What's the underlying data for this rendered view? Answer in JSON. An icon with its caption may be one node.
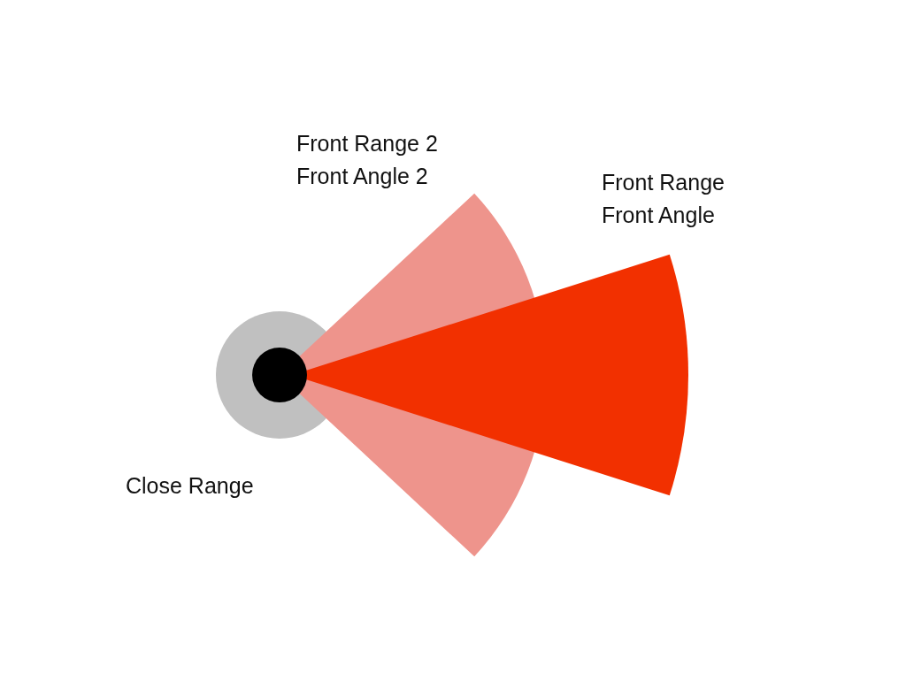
{
  "diagram": {
    "labels": [
      "Front Range 2",
      "Front Angle 2",
      "Front Range",
      "Front Angle",
      "Close Range"
    ]
  }
}
